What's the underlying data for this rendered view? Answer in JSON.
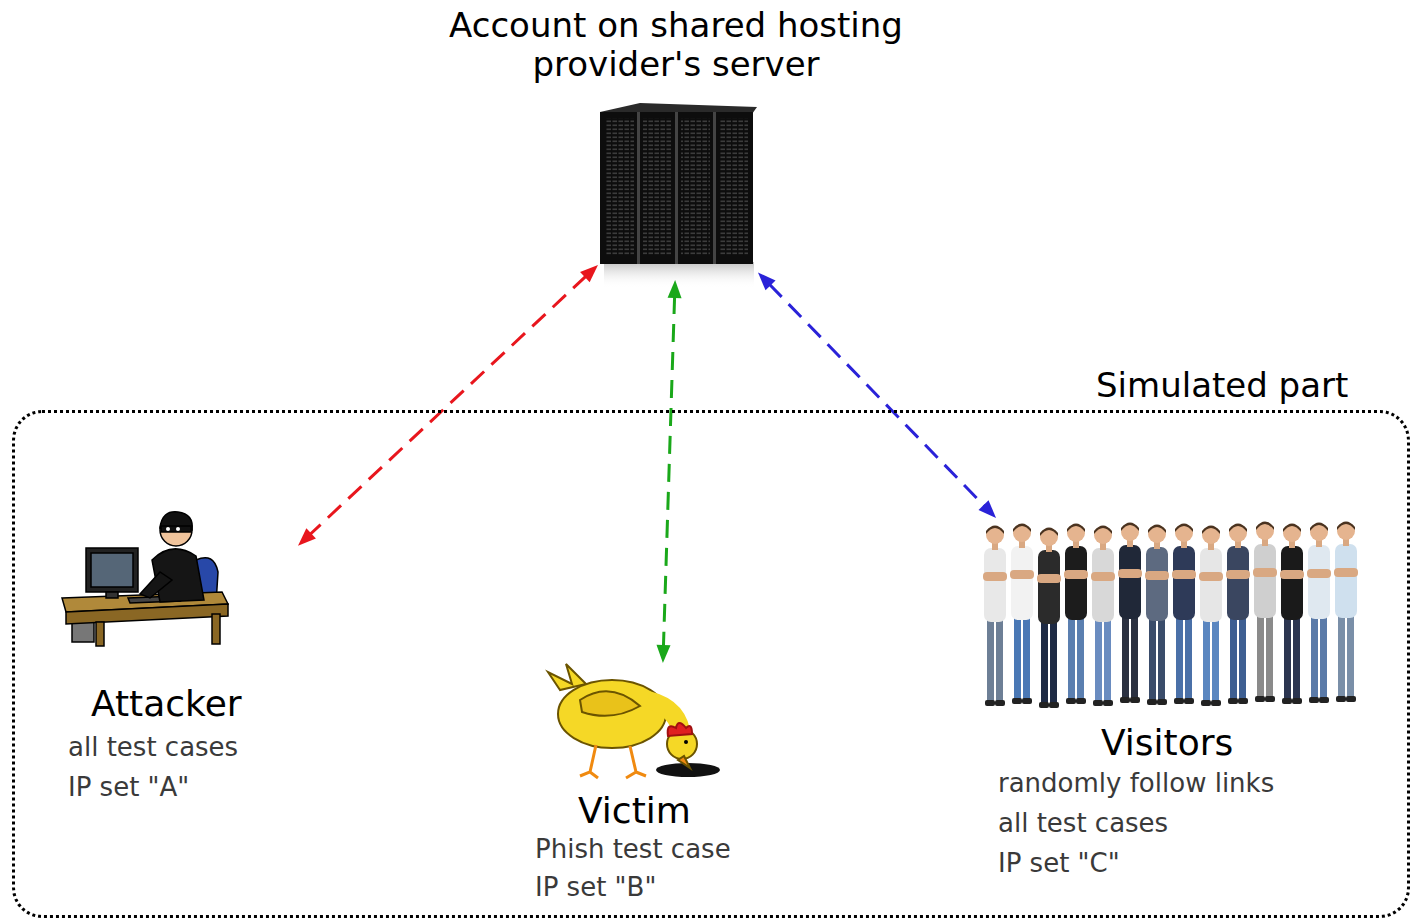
{
  "diagram": {
    "nodes": [
      {
        "text": [
          "Account on shared hosting provider's server"
        ]
      },
      {
        "text": [
          "Simulated part"
        ]
      },
      {
        "text": [
          "Attacker",
          "all test cases",
          "IP set \"A\""
        ],
        "in": 1
      },
      {
        "text": [
          "Victim",
          "Phish test case",
          "IP set \"B\""
        ],
        "in": 1
      },
      {
        "text": [
          "Visitors",
          "randomly follow links",
          "all test cases",
          "IP set \"C\""
        ],
        "in": 1
      }
    ],
    "edges": [
      {
        "from": 0,
        "to": 2,
        "arrow": "both"
      },
      {
        "from": 0,
        "to": 3,
        "arrow": "both"
      },
      {
        "from": 0,
        "to": 4,
        "arrow": "both"
      }
    ]
  }
}
